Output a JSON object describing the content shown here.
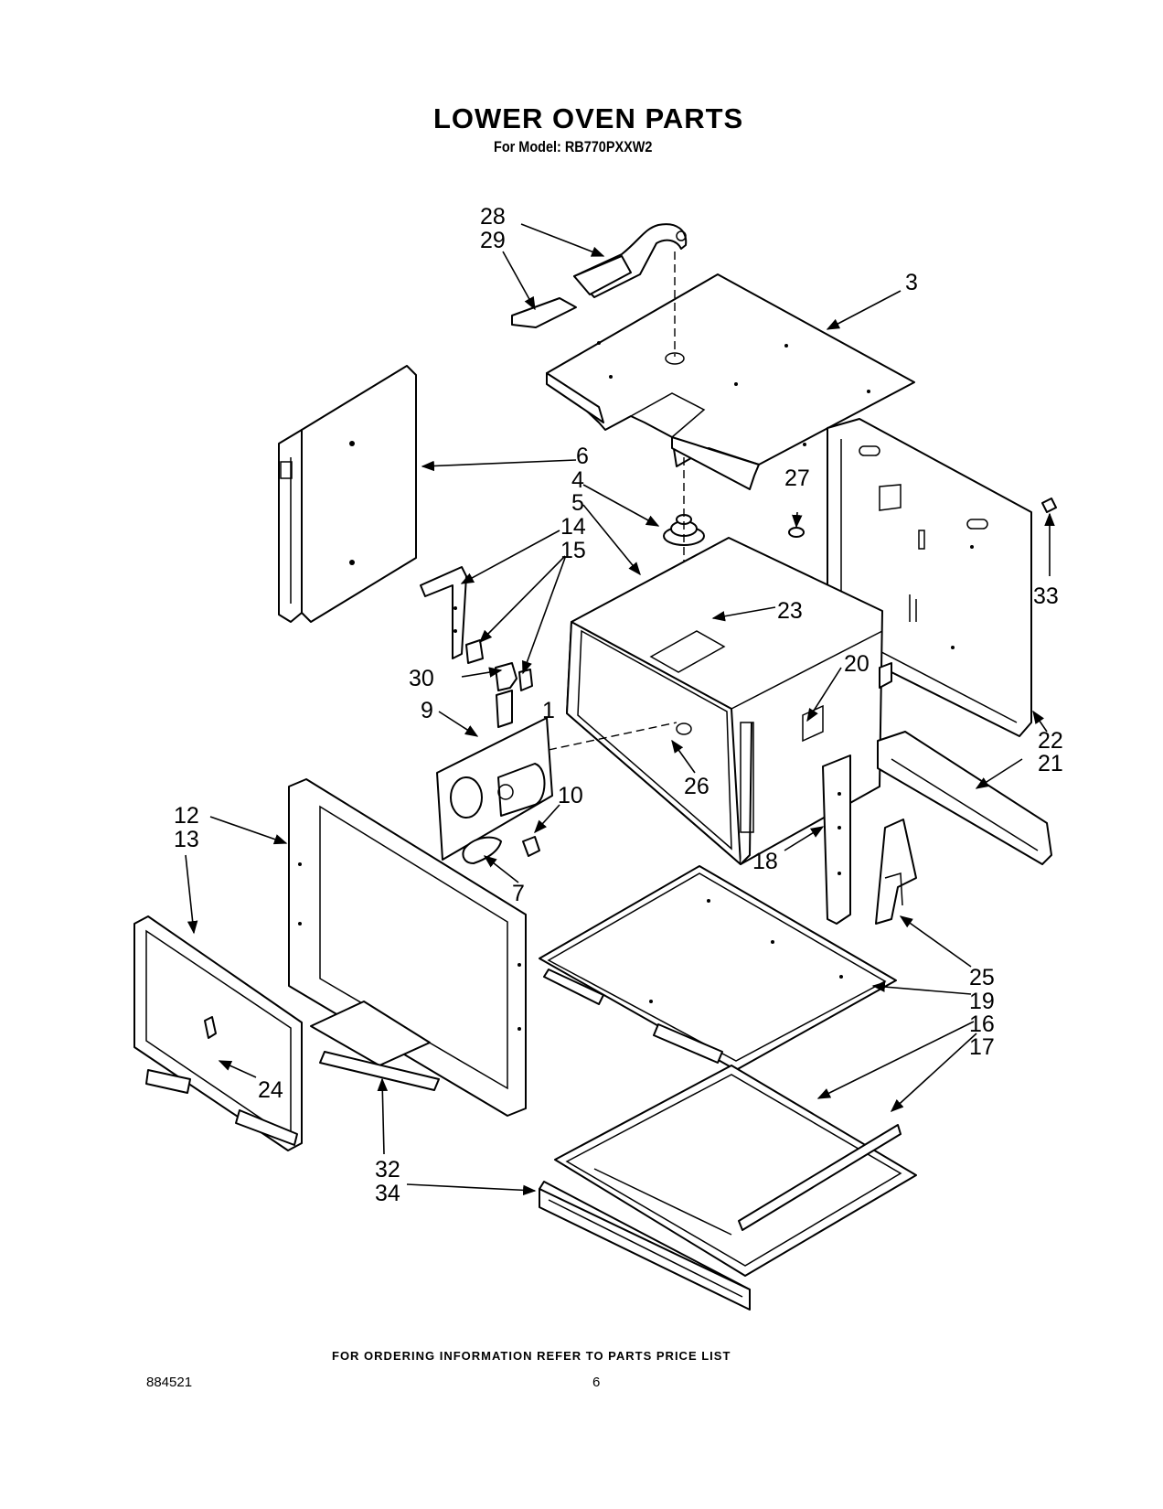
{
  "header": {
    "title": "LOWER OVEN PARTS",
    "model_line": "For Model: RB770PXXW2"
  },
  "callouts": [
    "28",
    "29",
    "3",
    "6",
    "4",
    "5",
    "27",
    "14",
    "15",
    "33",
    "23",
    "30",
    "20",
    "9",
    "1",
    "22",
    "21",
    "10",
    "26",
    "12",
    "13",
    "18",
    "7",
    "25",
    "19",
    "16",
    "17",
    "24",
    "32",
    "34"
  ],
  "footer": {
    "ordering_note": "FOR ORDERING INFORMATION REFER TO PARTS PRICE LIST",
    "doc_number": "884521",
    "page_number": "6"
  }
}
